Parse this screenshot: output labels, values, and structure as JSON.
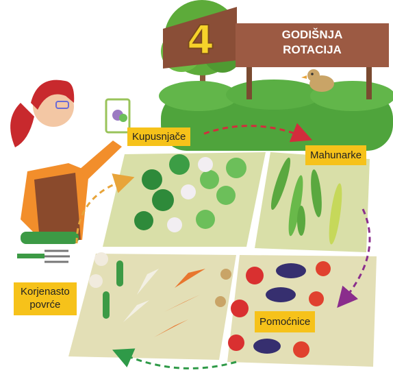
{
  "sign": {
    "number": "4",
    "title_line1": "GODIŠNJA",
    "title_line2": "ROTACIJA"
  },
  "labels": {
    "brassicas": "Kupusnjače",
    "legumes": "Mahunarke",
    "roots_line1": "Korjenasto",
    "roots_line2": "povrće",
    "solanaceae": "Pomoćnice"
  },
  "colors": {
    "label_bg": "#f6c21a",
    "sign_bg": "#9c5a43",
    "arrow_red": "#d22d3c",
    "arrow_purple": "#8a2d8c",
    "arrow_green": "#2f9a48",
    "arrow_orange": "#e8a43a"
  }
}
